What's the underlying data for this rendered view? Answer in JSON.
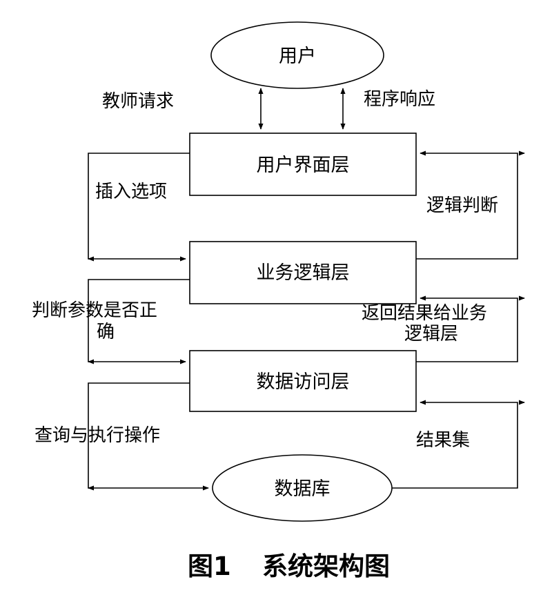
{
  "nodes": {
    "user": "用户",
    "ui_layer": "用户界面层",
    "logic_layer": "业务逻辑层",
    "data_access_layer": "数据访问层",
    "database": "数据库"
  },
  "edges": {
    "teacher_request": "教师请求",
    "program_response": "程序响应",
    "insert_option": "插入选项",
    "logic_judgment": "逻辑判断",
    "check_params_line1": "判断参数是否正",
    "check_params_line2": "确",
    "return_result_line1": "返回结果给业务",
    "return_result_line2": "逻辑层",
    "query_execute": "查询与执行操作",
    "result_set": "结果集"
  },
  "caption": {
    "figure_number": "图1",
    "figure_title": "系统架构图"
  },
  "colors": {
    "stroke": "#000000",
    "background": "#ffffff"
  }
}
